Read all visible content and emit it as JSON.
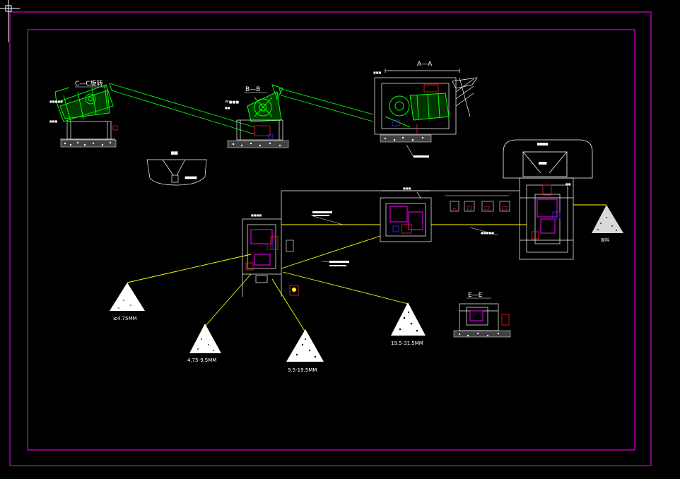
{
  "theme": {
    "background": "#000000",
    "frame": "#ff00ff",
    "equipment": "#00ff00",
    "linework": "#ffffff",
    "conveyor": "#ffff00",
    "accent_blue": "#3333ff",
    "accent_red": "#ff2020"
  },
  "labels": {
    "section_a": "A—A",
    "section_b": "B—B",
    "section_c": "C—C旋转",
    "section_e": "E—E",
    "pile_1": "≤4.75MM",
    "pile_2": "4.75-9.5MM",
    "pile_3": "9.5-19.5MM",
    "pile_4": "19.5-31.5MM",
    "raw_material": "原料"
  },
  "icons": {
    "ucs": "ucs-crosshair-icon"
  }
}
